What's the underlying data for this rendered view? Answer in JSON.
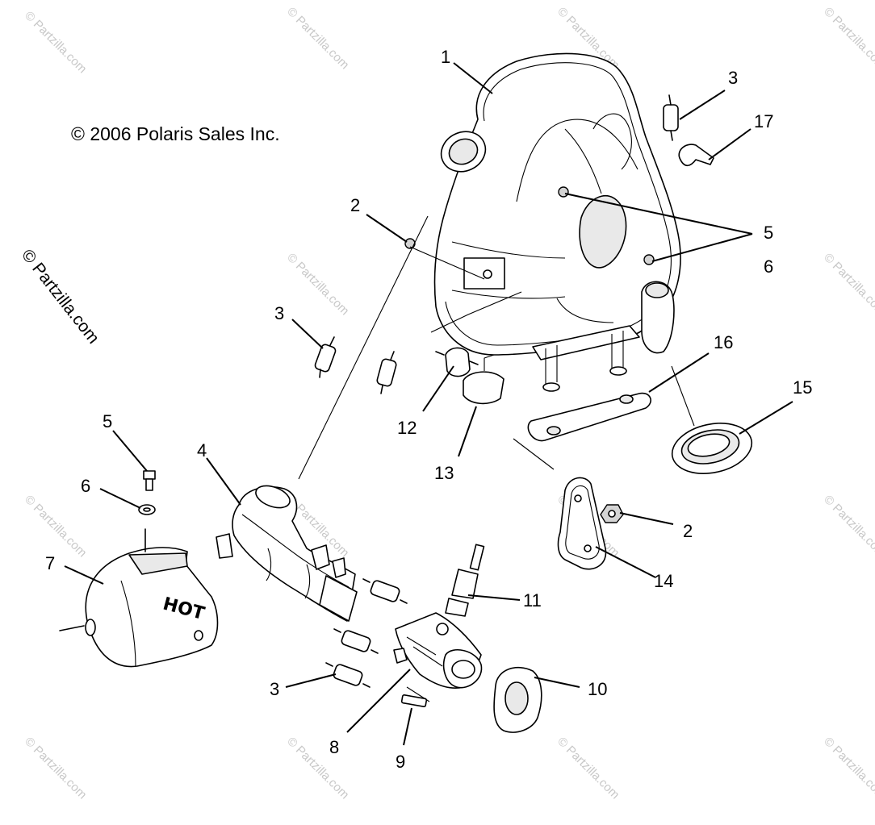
{
  "copyright": "© 2006 Polaris Sales Inc.",
  "side_watermark": "© Partzilla.com",
  "tile_watermark": "© Partzilla.com",
  "hot_label": "HOT",
  "callouts": [
    "1",
    "2",
    "2",
    "3",
    "3",
    "3",
    "4",
    "5",
    "5",
    "6",
    "6",
    "7",
    "8",
    "9",
    "10",
    "11",
    "12",
    "13",
    "14",
    "15",
    "16",
    "17"
  ]
}
